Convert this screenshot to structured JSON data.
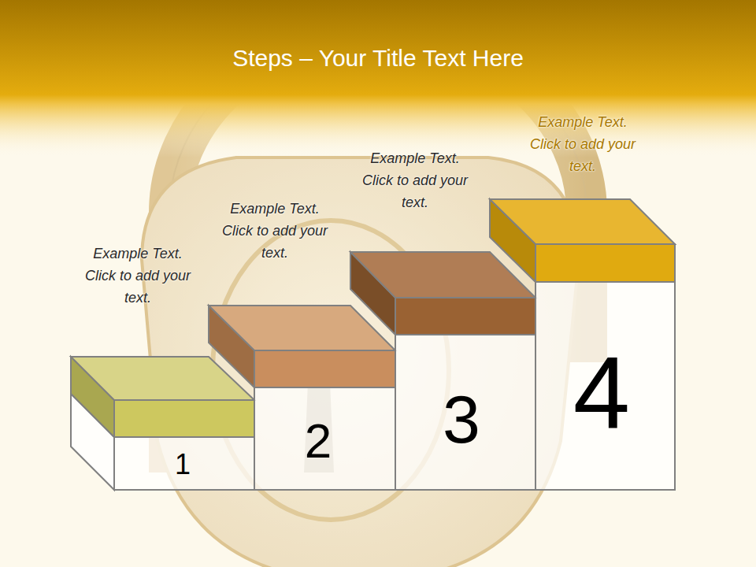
{
  "diagram": {
    "title": "Steps – Your Title Text Here",
    "nodes": [
      {
        "text": [
          "Example Text. Click to add your text.",
          "1"
        ]
      },
      {
        "text": [
          "Example Text. Click to add your text.",
          "2"
        ]
      },
      {
        "text": [
          "Example Text. Click to add your text.",
          "3"
        ]
      },
      {
        "text": [
          "Example Text. Click to add your text.",
          "4"
        ]
      }
    ]
  }
}
